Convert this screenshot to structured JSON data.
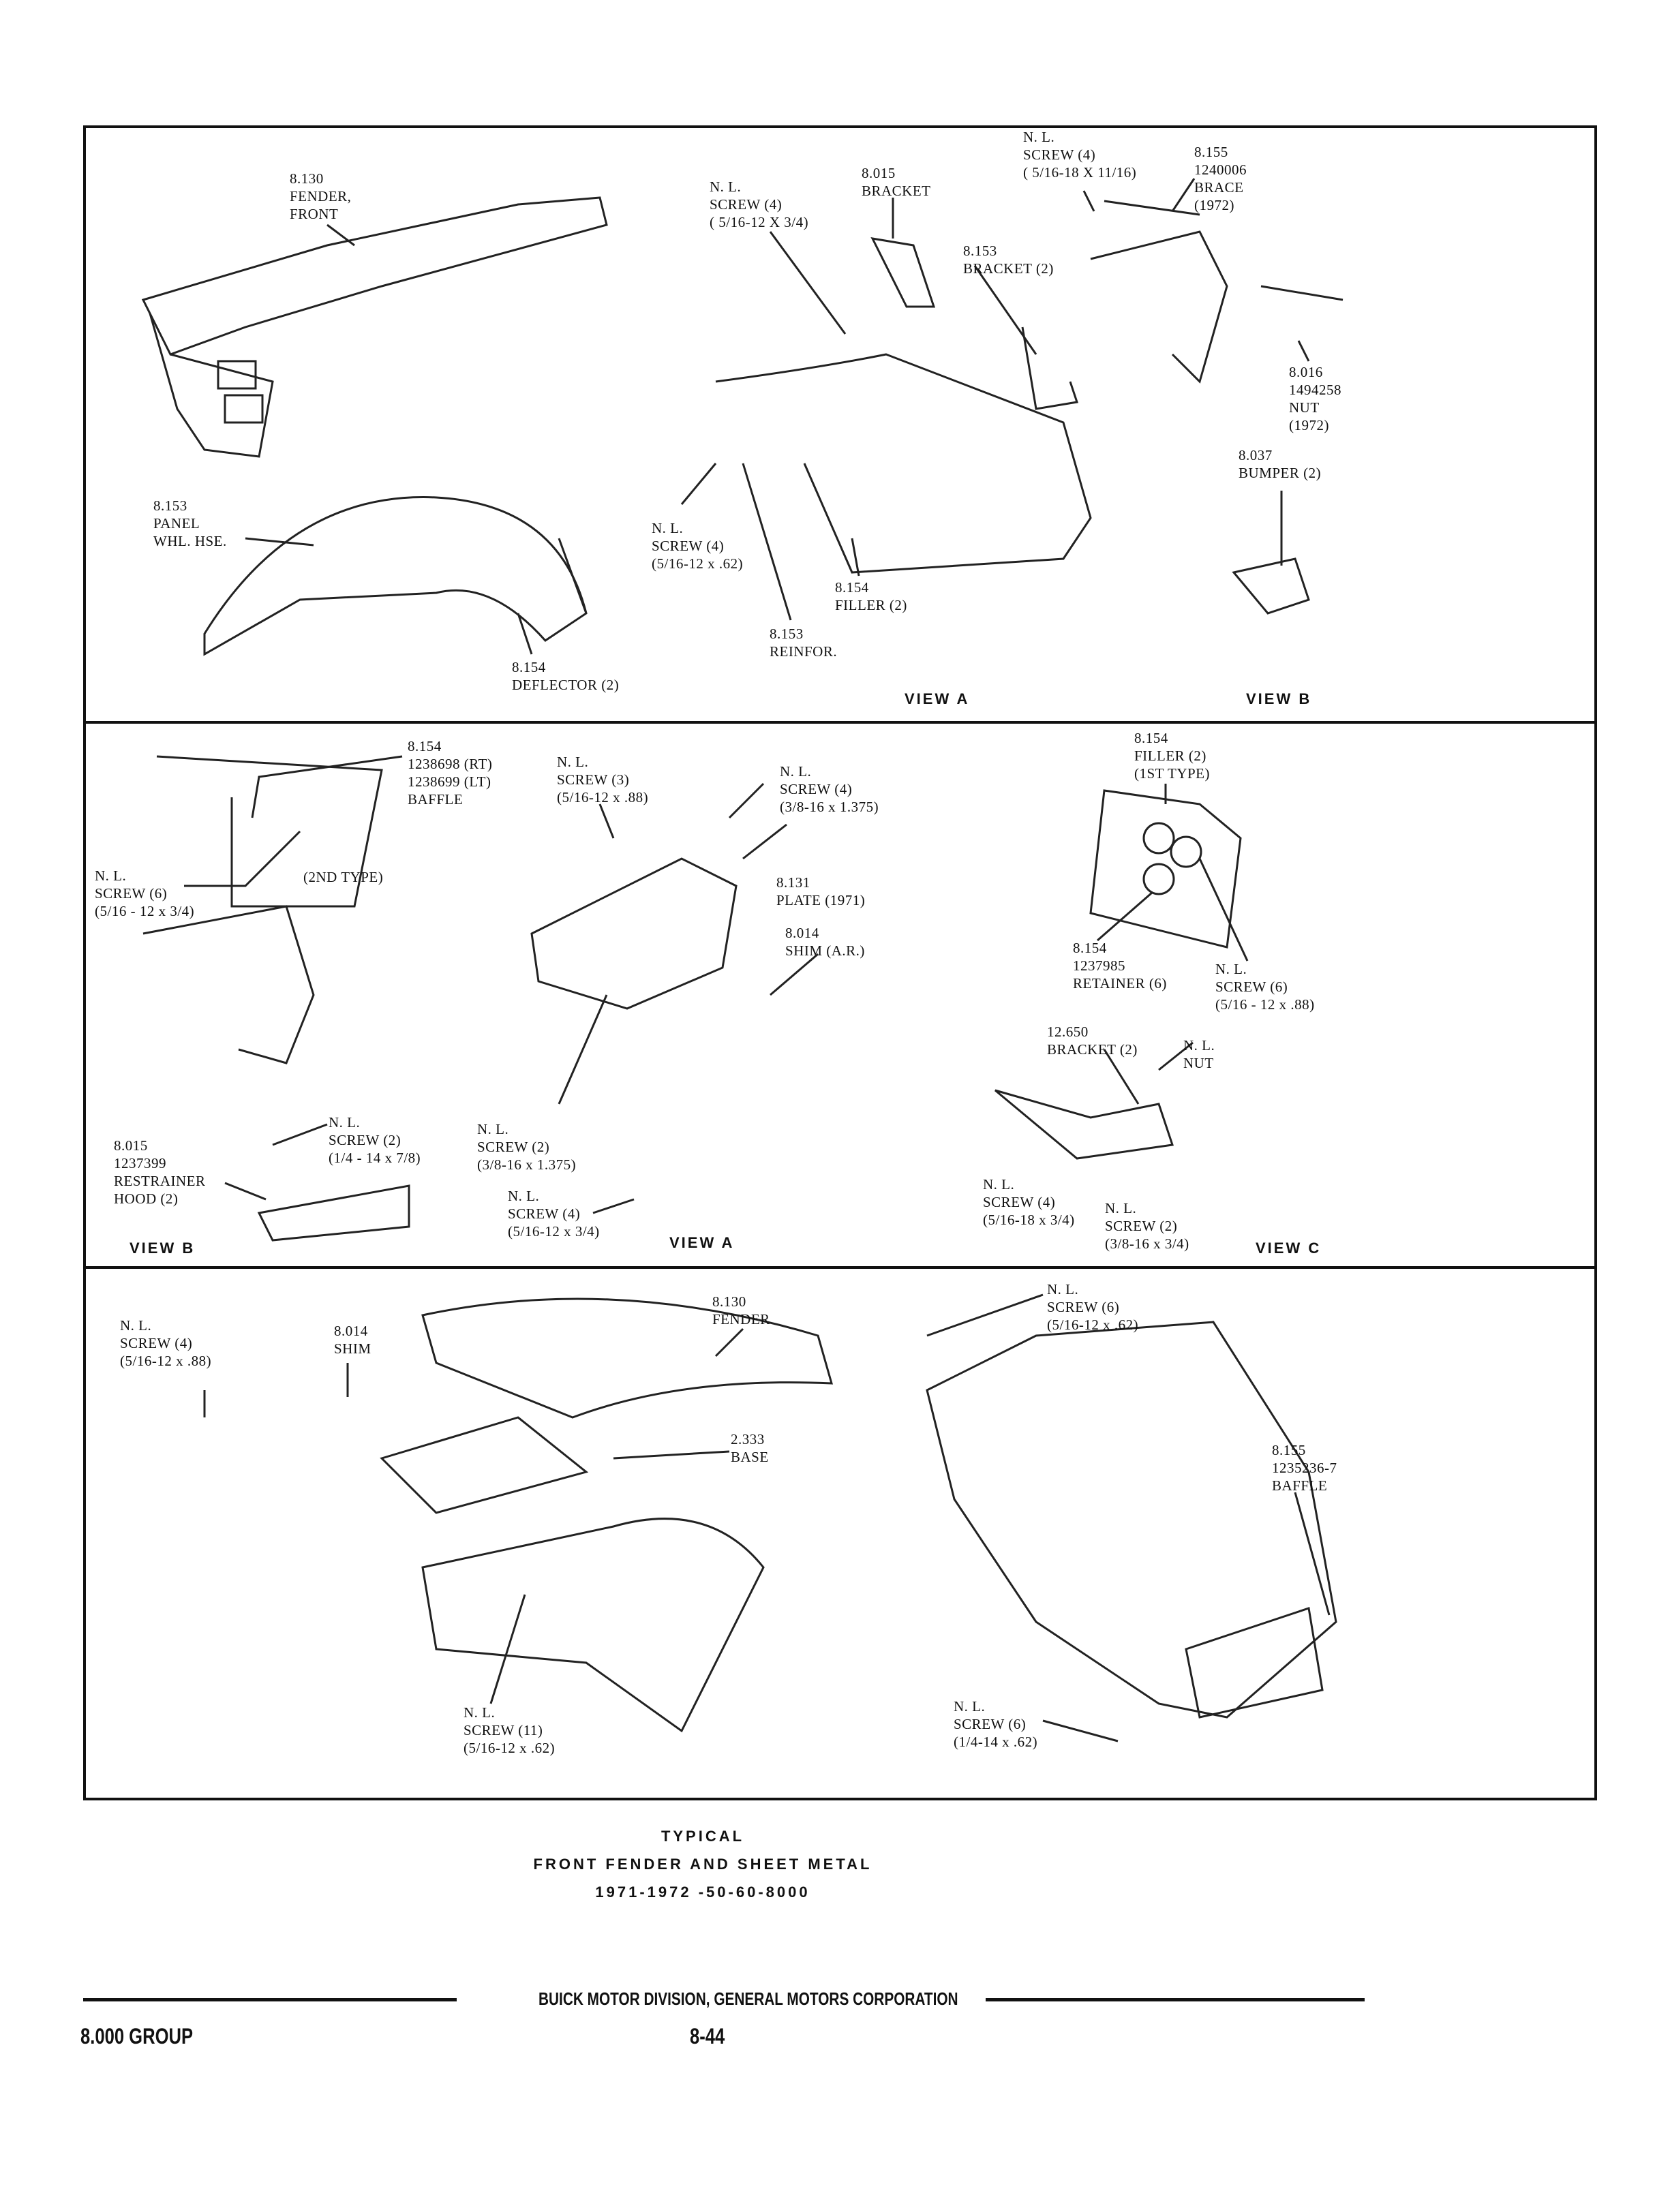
{
  "panels": [
    {
      "views": [
        "VIEW A",
        "VIEW B"
      ],
      "labels": [
        "8.130\nFENDER,\nFRONT",
        "N. L.\nSCREW (4)\n( 5/16-12 X 3/4)",
        "8.015\nBRACKET",
        "N. L.\nSCREW (4)\n( 5/16-18 X 11/16)",
        "8.155\n1240006\nBRACE\n(1972)",
        "8.153\nBRACKET (2)",
        "8.016\n1494258\nNUT\n(1972)",
        "8.037\nBUMPER (2)",
        "8.153\nPANEL\nWHL. HSE.",
        "N. L.\nSCREW (4)\n(5/16-12 x .62)",
        "8.154\nFILLER (2)",
        "8.153\nREINFOR.",
        "8.154\nDEFLECTOR (2)"
      ]
    },
    {
      "views": [
        "VIEW B",
        "VIEW A",
        "VIEW C"
      ],
      "labels": [
        "8.154\n1238698 (RT)\n1238699 (LT)\nBAFFLE",
        "N. L.\nSCREW (3)\n(5/16-12 x .88)",
        "N. L.\nSCREW (4)\n(3/8-16 x 1.375)",
        "N. L.\nSCREW (6)\n(5/16 - 12 x 3/4)",
        "(2ND TYPE)",
        "8.131\nPLATE (1971)",
        "8.014\nSHIM (A.R.)",
        "8.154\nFILLER (2)\n(1ST TYPE)",
        "8.154\n1237985\nRETAINER (6)",
        "N. L.\nSCREW (6)\n(5/16 - 12 x .88)",
        "12.650\nBRACKET (2)",
        "N. L.\nNUT",
        "8.015\n1237399\nRESTRAINER\nHOOD (2)",
        "N. L.\nSCREW (2)\n(1/4 - 14 x 7/8)",
        "N. L.\nSCREW (2)\n(3/8-16 x 1.375)",
        "N. L.\nSCREW (4)\n(5/16-12 x 3/4)",
        "N. L.\nSCREW (4)\n(5/16-18 x 3/4)",
        "N. L.\nSCREW (2)\n(3/8-16 x 3/4)"
      ]
    },
    {
      "labels": [
        "N. L.\nSCREW (4)\n(5/16-12 x .88)",
        "8.014\nSHIM",
        "8.130\nFENDER",
        "N. L.\nSCREW (6)\n(5/16-12 x .62)",
        "2.333\nBASE",
        "8.155\n1235236-7\nBAFFLE",
        "N. L.\nSCREW (11)\n(5/16-12 x .62)",
        "N. L.\nSCREW (6)\n(1/4-14 x .62)"
      ]
    }
  ],
  "caption": {
    "line1": "TYPICAL",
    "line2": "FRONT FENDER AND SHEET METAL",
    "line3": "1971-1972 -50-60-8000"
  },
  "footer": {
    "publisher": "BUICK MOTOR DIVISION, GENERAL MOTORS CORPORATION",
    "group": "8.000 GROUP",
    "page": "8-44"
  }
}
